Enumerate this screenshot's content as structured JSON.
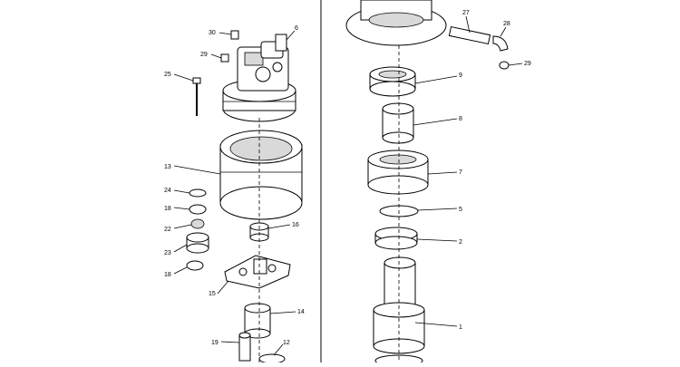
{
  "labels": {
    "l30": "30",
    "l6": "6",
    "l29a": "29",
    "l25": "25",
    "l13": "13",
    "l24": "24",
    "l18a": "18",
    "l22": "22",
    "l23": "23",
    "l18b": "18",
    "l16": "16",
    "l15": "15",
    "l14": "14",
    "l19": "19",
    "l12": "12",
    "l27": "27",
    "l28": "28",
    "l29b": "29",
    "l9": "9",
    "l8": "8",
    "l7": "7",
    "l5": "5",
    "l2": "2",
    "l1": "1"
  }
}
